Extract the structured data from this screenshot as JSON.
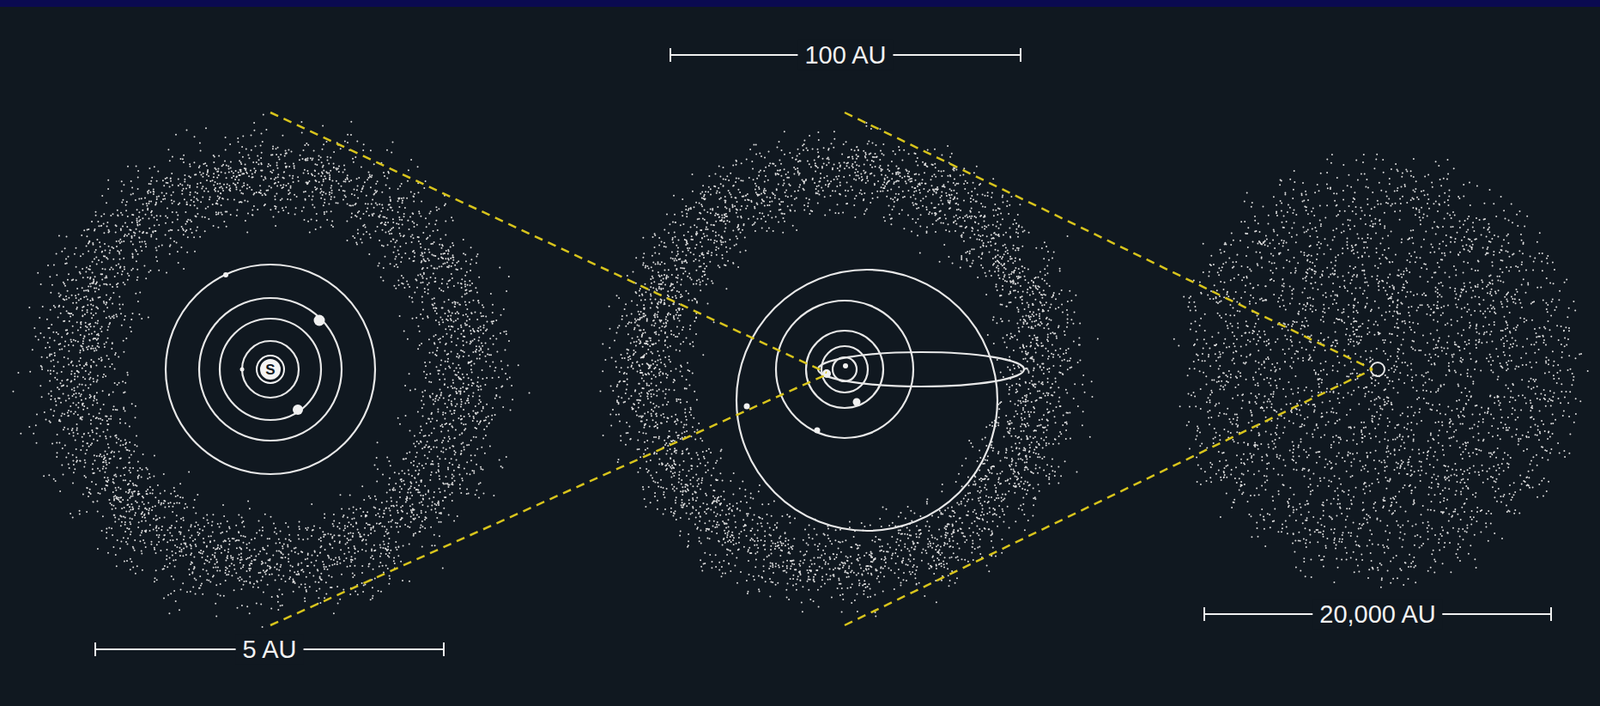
{
  "diagram": {
    "nodes": [
      {
        "text": [
          "S"
        ]
      }
    ],
    "labels": [
      "100 AU",
      "5 AU",
      "20,000 AU"
    ]
  }
}
